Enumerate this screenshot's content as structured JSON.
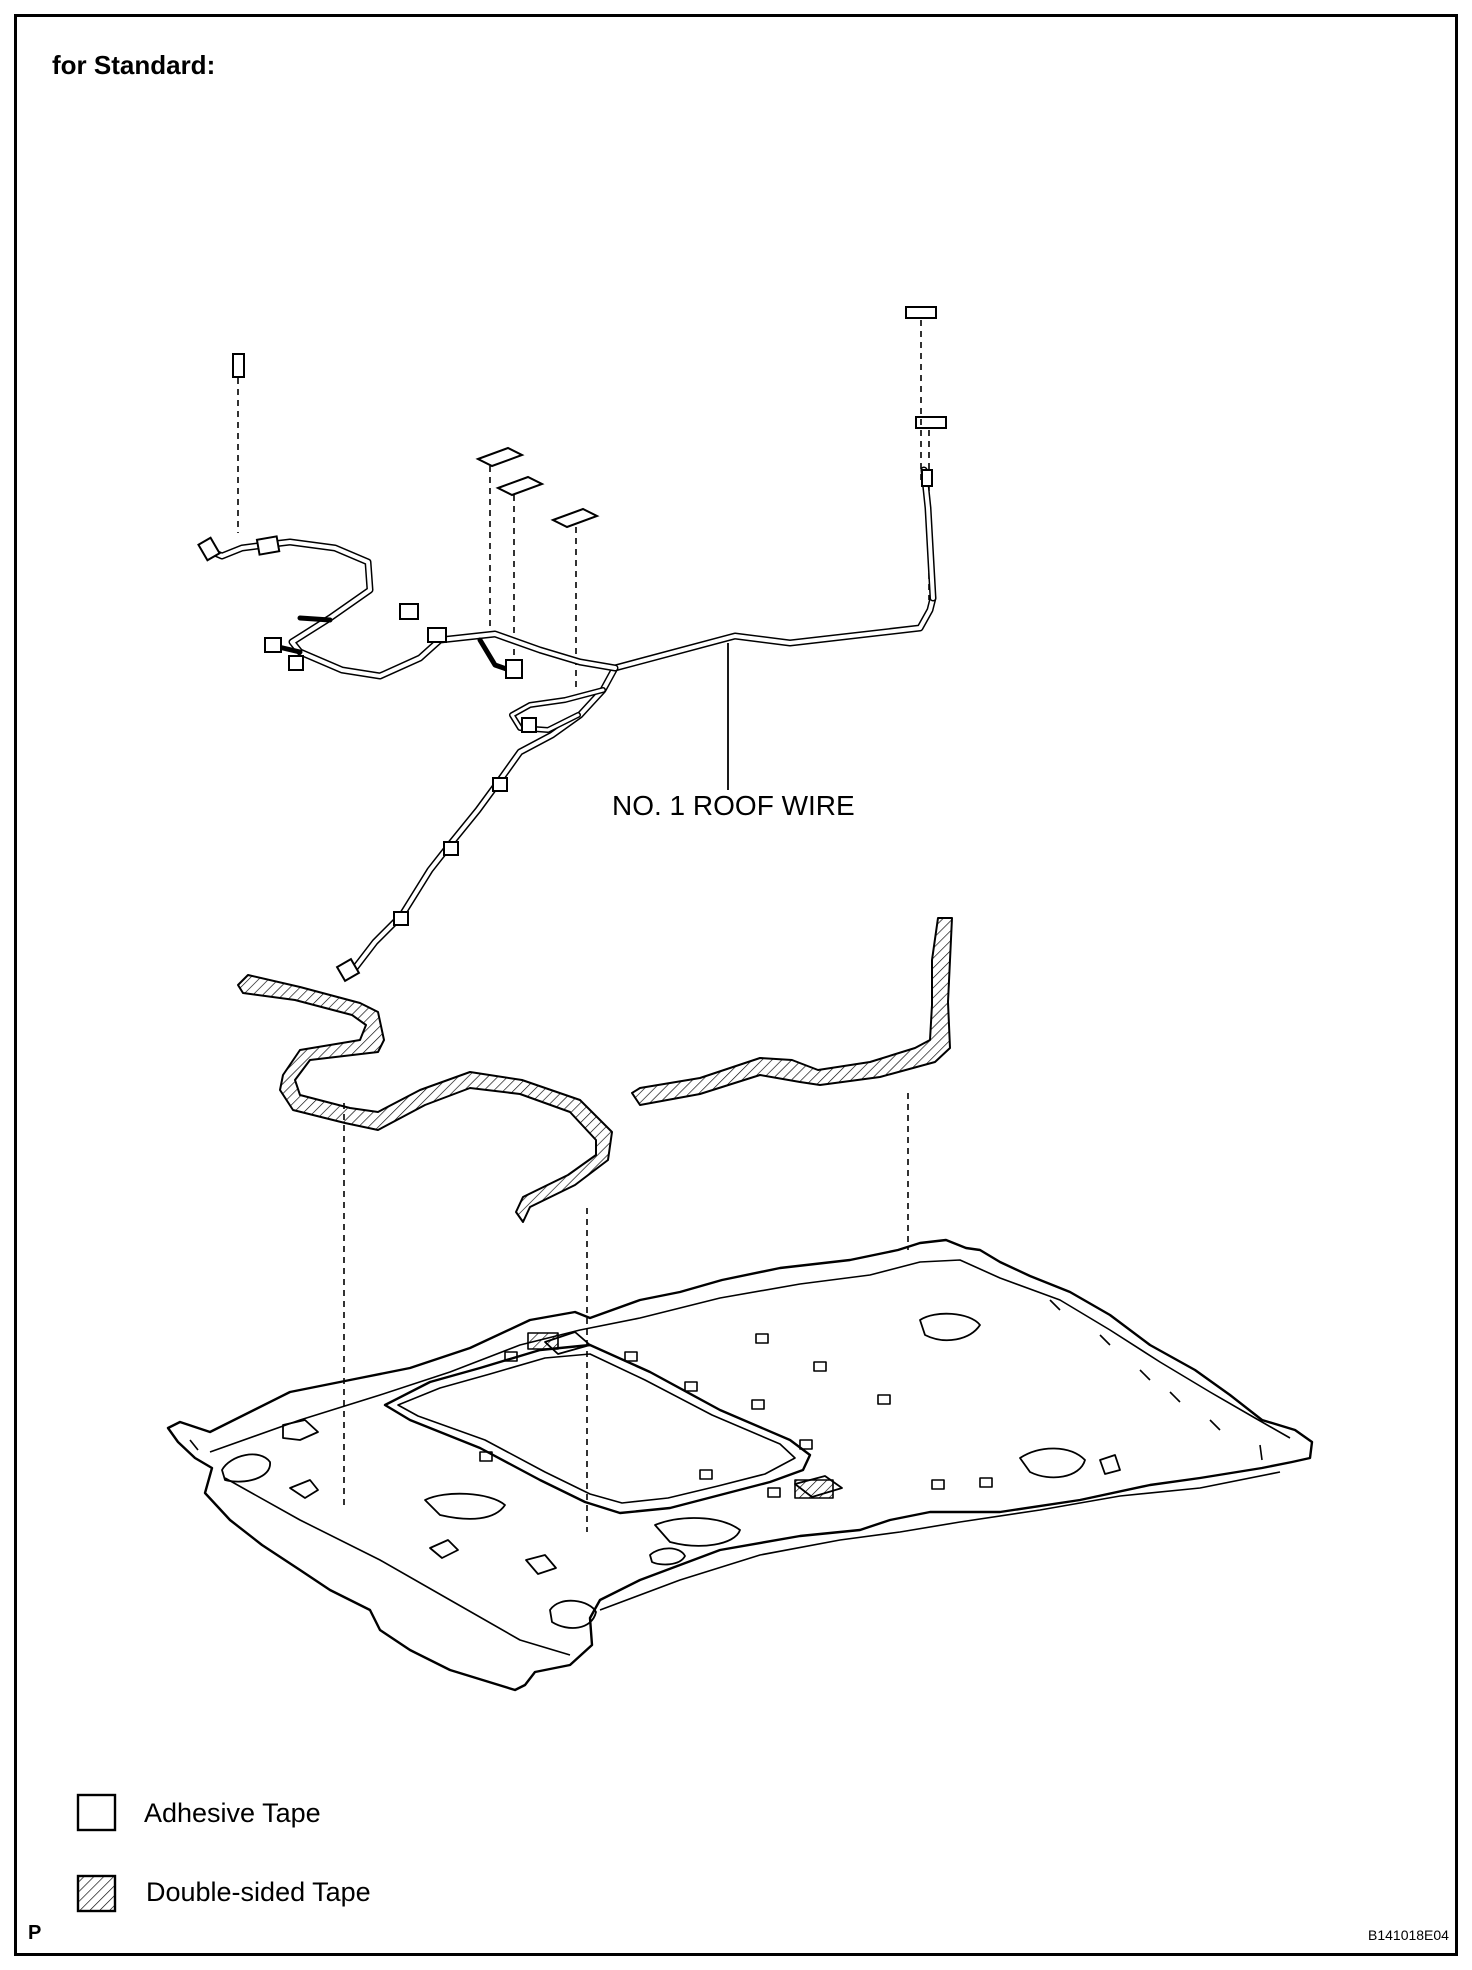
{
  "header": {
    "title": "for Standard:"
  },
  "diagram": {
    "parts": {
      "roof_wire_label": "NO. 1 ROOF WIRE"
    },
    "legend": {
      "items": [
        {
          "label": "Adhesive Tape",
          "icon": "adhesive-tape-symbol"
        },
        {
          "label": "Double-sided Tape",
          "icon": "double-sided-tape-symbol"
        }
      ]
    }
  },
  "footer": {
    "page_letter": "P",
    "figure_code": "B141018E04"
  },
  "colors": {
    "line": "#000000",
    "background": "#ffffff"
  }
}
